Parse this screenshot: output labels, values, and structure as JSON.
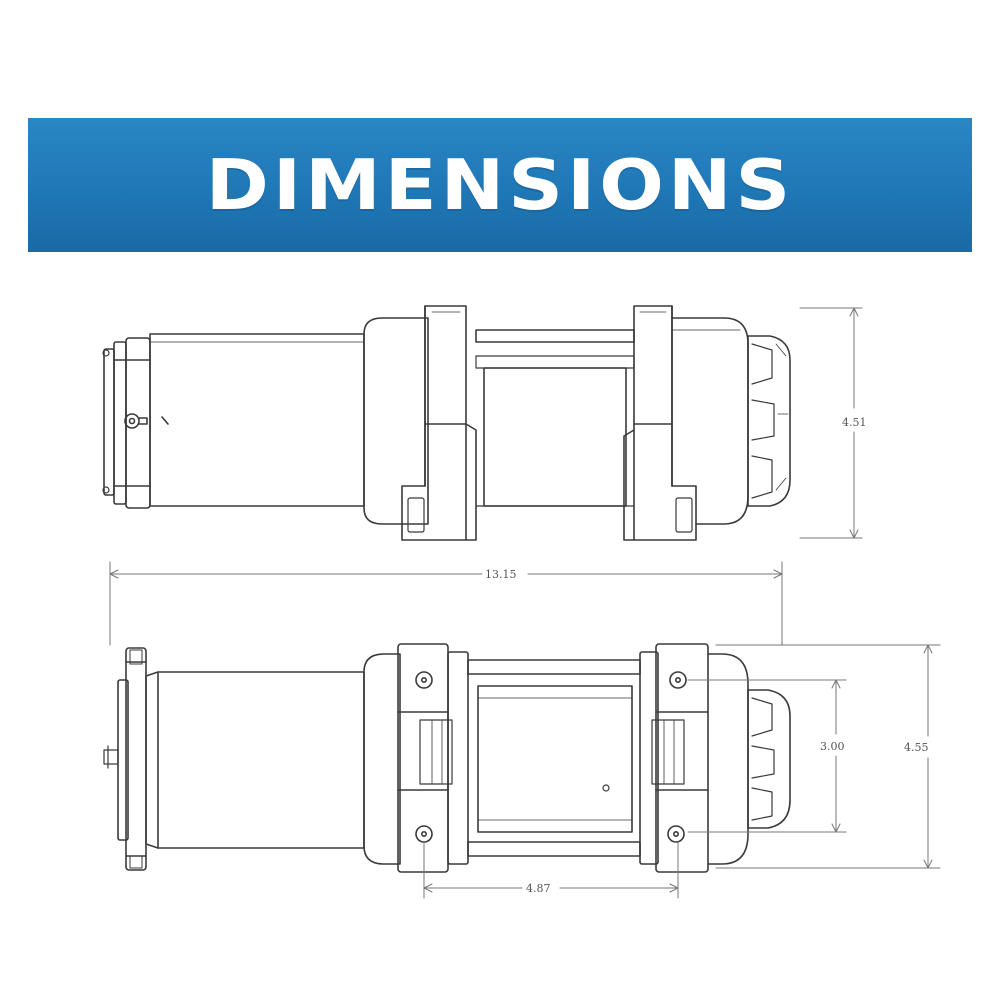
{
  "banner": {
    "title": "DIMENSIONS",
    "color": "#1f77b6"
  },
  "dimensions": {
    "side_height": "4.51",
    "overall_length": "13.15",
    "bolt_spacing_vertical": "3.00",
    "top_width": "4.55",
    "bolt_spacing_horizontal": "4.87"
  }
}
